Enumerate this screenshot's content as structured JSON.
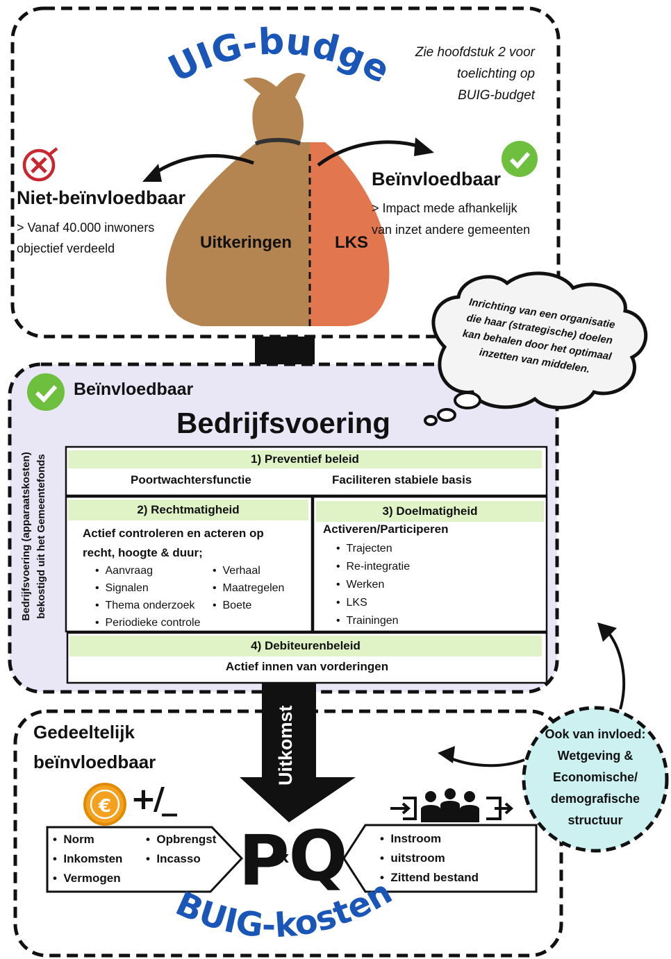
{
  "budget": {
    "title": "BUIG-budget",
    "note": [
      "Zie hoofdstuk 2 voor",
      "toelichting op",
      "BUIG-budget"
    ],
    "left": {
      "title": "Niet-beïnvloedbaar",
      "desc": [
        "> Vanaf 40.000 inwoners",
        "objectief verdeeld"
      ],
      "icon": "cross-circle-icon"
    },
    "right": {
      "title": "Beïnvloedbaar",
      "desc": [
        "> Impact mede afhankelijk",
        "van inzet andere gemeenten"
      ],
      "icon": "check-circle-icon"
    },
    "bag": {
      "left_label": "Uitkeringen",
      "right_label": "LKS",
      "color_left": "#b58551",
      "color_right": "#e2764e"
    }
  },
  "thought": {
    "lines": [
      "Inrichting van een organisatie",
      "die haar (strategische) doelen",
      "kan behalen door het optimaal",
      "inzetten van middelen."
    ]
  },
  "bedrijfsvoering": {
    "badge": "Beïnvloedbaar",
    "title": "Bedrijfsvoering",
    "side_label": [
      "Bedrijfsvoering (apparaatskosten)",
      "bekostigd uit het Gemeentefonds"
    ],
    "bg_color": "#e9e6f6",
    "header_color": "#dff3c6",
    "preventief": {
      "title": "1) Preventief beleid",
      "items": [
        "Poortwachtersfunctie",
        "Faciliteren stabiele basis"
      ]
    },
    "rechtmatigheid": {
      "title": "2) Rechtmatigheid",
      "text": [
        "Actief controleren en acteren op",
        "recht, hoogte & duur;"
      ],
      "col1": [
        "Aanvraag",
        "Signalen",
        "Thema onderzoek",
        "Periodieke controle"
      ],
      "col2": [
        "Verhaal",
        "Maatregelen",
        "Boete"
      ]
    },
    "doelmatigheid": {
      "title": "3) Doelmatigheid",
      "subtitle": "Activeren/Participeren",
      "items": [
        "Trajecten",
        "Re-integratie",
        "Werken",
        "LKS",
        "Trainingen"
      ]
    },
    "debiteuren": {
      "title": "4) Debiteurenbeleid",
      "text": "Actief innen van vorderingen"
    }
  },
  "flow": {
    "arrow_label": "Uitkomst"
  },
  "influence": {
    "lines": [
      "Ook van invloed:",
      "Wetgeving &",
      "Economische/",
      "demografische",
      "structuur"
    ],
    "color": "#cdf0f0"
  },
  "kosten": {
    "title_lines": [
      "Gedeeltelijk",
      "beïnvloedbaar"
    ],
    "title": "BUIG-kosten",
    "p_col1": [
      "Norm",
      "Inkomsten",
      "Vermogen"
    ],
    "p_col2": [
      "Opbrengst",
      "Incasso"
    ],
    "q_items": [
      "Instroom",
      "uitstroom",
      "Zittend bestand"
    ],
    "p": "P",
    "x": "x",
    "q": "Q",
    "euro_icon": "euro-coin-icon",
    "plusminus": "+/_",
    "people_icon": "people-inout-icon",
    "accent_blue": "#1a56b8",
    "coin_color": "#f4a11f"
  }
}
